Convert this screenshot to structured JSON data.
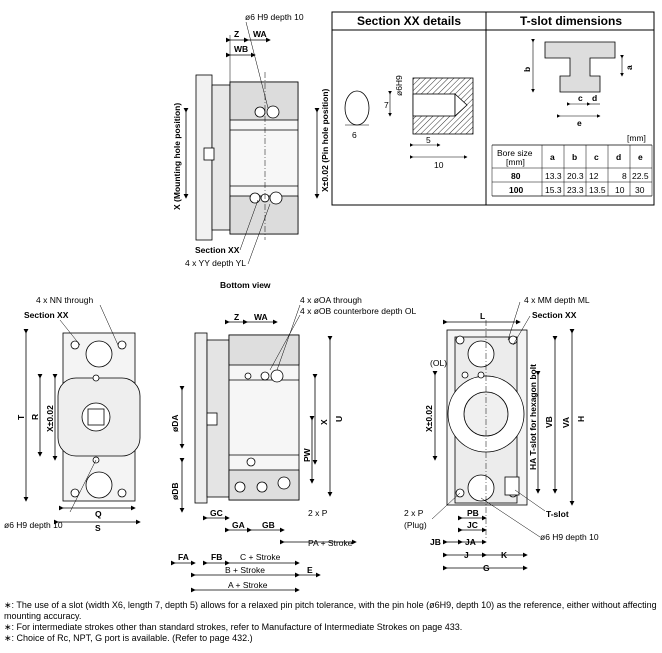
{
  "top_view": {
    "hole_note": "ø6 H9 depth 10",
    "z": "Z",
    "wa": "WA",
    "wb": "WB",
    "x_left": "X (Mounting hole position)",
    "x_right": "X±0.02 (Pin hole position)",
    "section_xx": "Section XX",
    "yy_note": "4 x YY depth YL",
    "caption": "Bottom view"
  },
  "section_box": {
    "title": "Section XX details",
    "dim_7": "7",
    "dim_6": "6",
    "dim_5": "5",
    "dim_10": "10",
    "phi": "ø6H9"
  },
  "tslot_box": {
    "title": "T-slot dimensions",
    "a": "a",
    "b": "b",
    "c": "c",
    "d": "d",
    "e": "e",
    "unit": "[mm]",
    "headers": [
      "Bore size [mm]",
      "a",
      "b",
      "c",
      "d",
      "e"
    ],
    "rows": [
      [
        "80",
        "13.3",
        "20.3",
        "12",
        "8",
        "22.5"
      ],
      [
        "100",
        "15.3",
        "23.3",
        "13.5",
        "10",
        "30"
      ]
    ]
  },
  "left_view": {
    "nn": "4 x NN through",
    "section_xx": "Section XX",
    "t": "T",
    "r": "R",
    "x": "X±0.02",
    "hole": "ø6 H9 depth 10",
    "q": "Q",
    "s": "S"
  },
  "mid_view": {
    "oa": "4 x øOA through",
    "ob": "4 x øOB counterbore depth OL",
    "z": "Z",
    "wa": "WA",
    "da": "øDA",
    "db": "øDB",
    "x": "X",
    "u": "U",
    "pw": "PW",
    "gc": "GC",
    "ga": "GA",
    "gb": "GB",
    "p": "2 x P",
    "pa": "PA + Stroke",
    "fa": "FA",
    "fb": "FB",
    "c": "C + Stroke",
    "b": "B + Stroke",
    "a": "A + Stroke",
    "e": "E"
  },
  "right_view": {
    "mm": "4 x MM depth ML",
    "l": "L",
    "section_xx": "Section XX",
    "ol": "(OL)",
    "x": "X±0.02",
    "ha": "HA T-slot for hexagon bolt",
    "vb": "VB",
    "va": "VA",
    "h": "H",
    "p": "2 x P",
    "plug": "(Plug)",
    "pb": "PB",
    "jc": "JC",
    "tslot": "T-slot",
    "hole": "ø6 H9 depth 10",
    "jb": "JB",
    "ja": "JA",
    "j": "J",
    "k": "K",
    "g": "G"
  },
  "notes": [
    "∗: The use of a slot (width X6, length 7, depth 5) allows for a relaxed pin pitch tolerance, with the pin hole (ø6H9, depth 10) as the reference, either without affecting mounting accuracy.",
    "∗: For intermediate strokes other than standard strokes, refer to Manufacture of Intermediate Strokes on page 433.",
    "∗: Choice of Rc, NPT, G port is available. (Refer to page 432.)"
  ]
}
